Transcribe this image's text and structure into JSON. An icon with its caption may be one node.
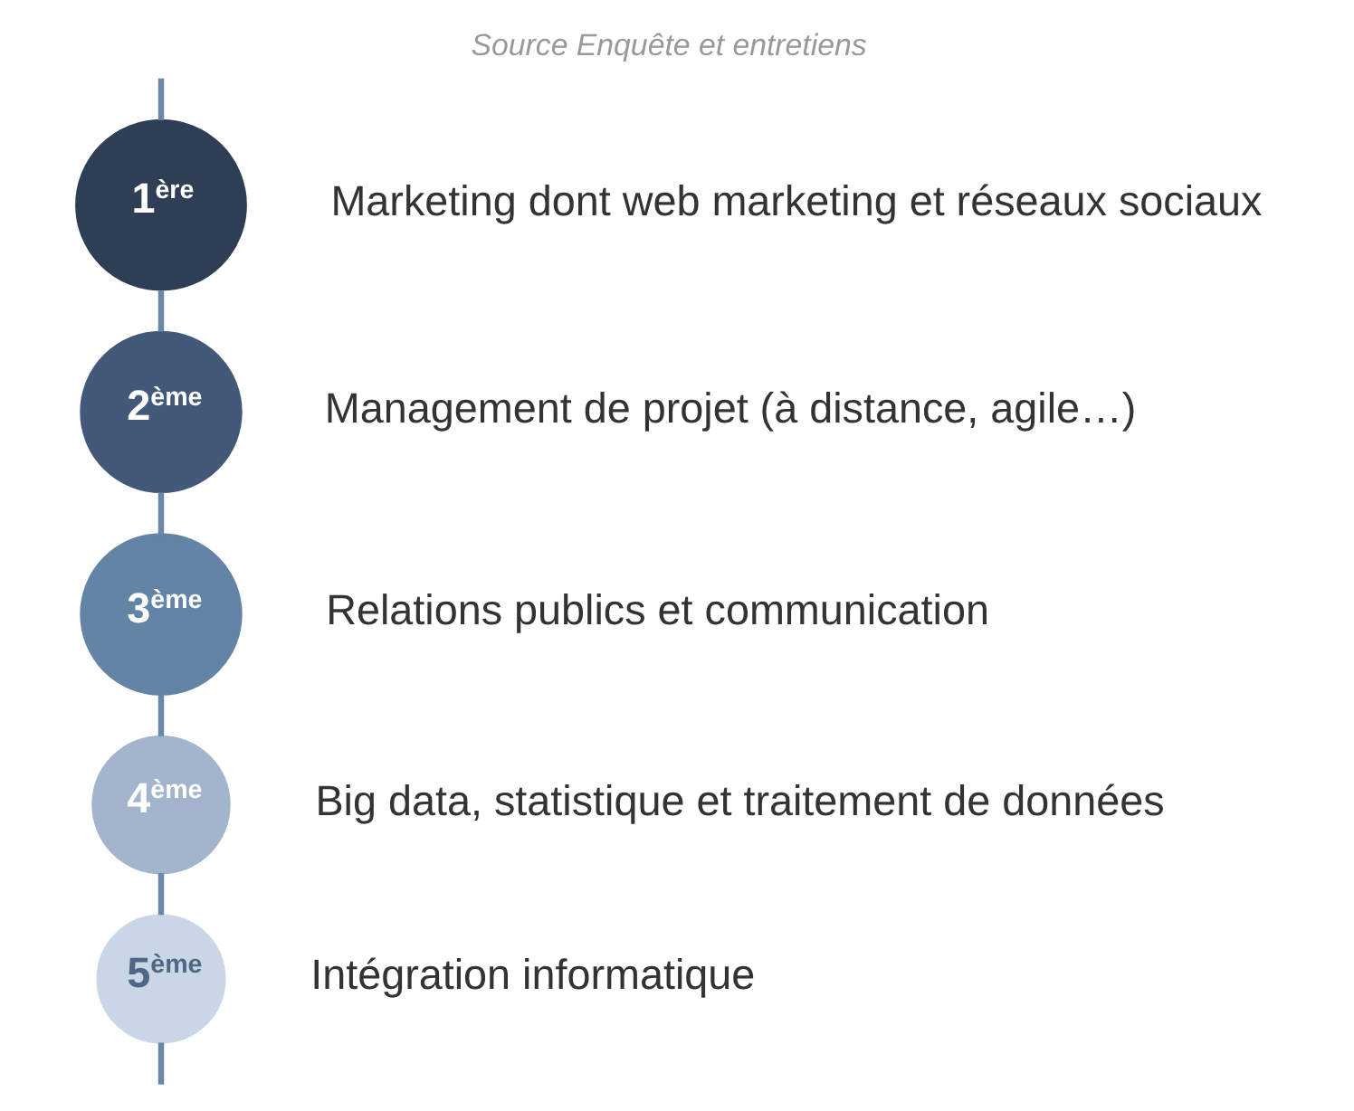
{
  "diagram": {
    "caption": "Source Enquête et entretiens",
    "nodes": [
      {
        "text": [
          "1$^{ère}$"
        ],
        "beside": [
          "Marketing dont web marketing et réseaux sociaux"
        ]
      },
      {
        "text": [
          "2$^{ème}$"
        ],
        "beside": [
          "Management de projet (à distance, agile…)"
        ]
      },
      {
        "text": [
          "3$^{ème}$"
        ],
        "beside": [
          "Relations publics et communication"
        ]
      },
      {
        "text": [
          "4$^{ème}$"
        ],
        "beside": [
          "Big data, statistique et traitement de données"
        ]
      },
      {
        "text": [
          "5$^{ème}$"
        ],
        "beside": [
          "Intégration informatique"
        ]
      }
    ],
    "edges": [
      {
        "from": null,
        "to": 0,
        "arrow": "none"
      },
      {
        "from": 0,
        "to": 1,
        "arrow": "none"
      },
      {
        "from": 1,
        "to": 2,
        "arrow": "none"
      },
      {
        "from": 2,
        "to": 3,
        "arrow": "none"
      },
      {
        "from": 3,
        "to": 4,
        "arrow": "none"
      },
      {
        "from": 4,
        "to": null,
        "arrow": "none"
      }
    ]
  }
}
